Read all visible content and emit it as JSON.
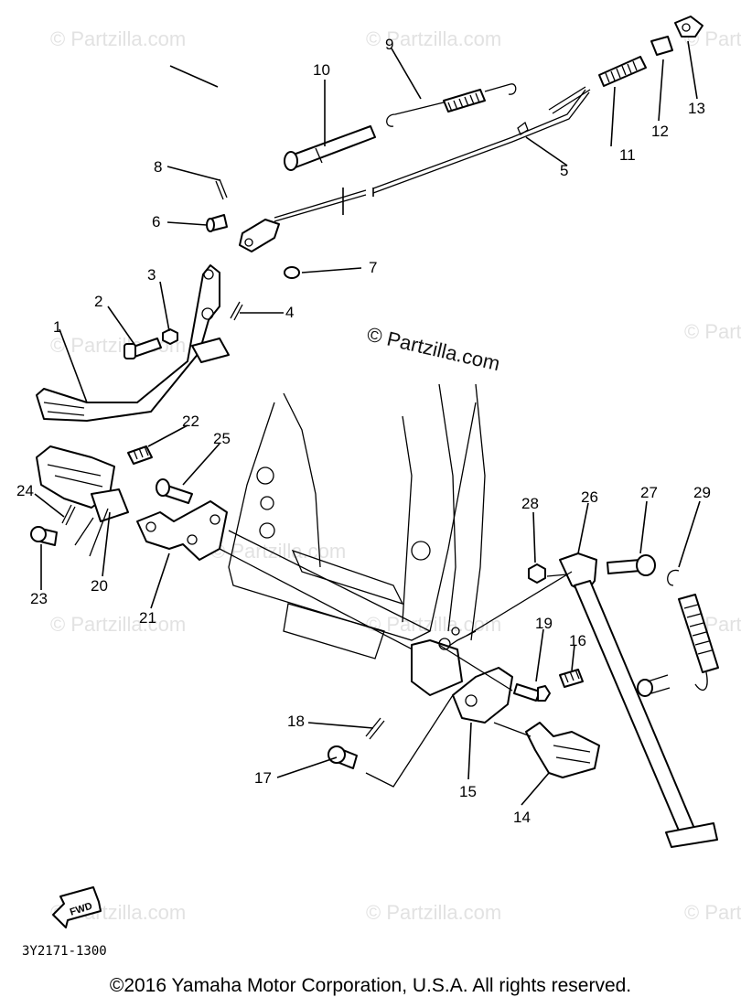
{
  "watermarks": [
    {
      "text": "© Partzilla.com"
    },
    {
      "text": "© Partzilla.com"
    },
    {
      "text": "© Partzilla.com"
    },
    {
      "text": "© Partzilla.com"
    },
    {
      "text": "© Partzilla.com"
    },
    {
      "text": "© Partzilla.com"
    },
    {
      "text": "© Partzilla.com"
    },
    {
      "text": "© Partzilla.com"
    },
    {
      "text": "© Partzilla.com"
    },
    {
      "text": "© Partzilla.com"
    },
    {
      "text": "© Partzilla.com"
    },
    {
      "text": "© Partzilla.com"
    }
  ],
  "center_watermark": "© Partzilla.com",
  "callouts": [
    "1",
    "2",
    "3",
    "4",
    "5",
    "6",
    "7",
    "8",
    "9",
    "10",
    "11",
    "12",
    "13",
    "14",
    "15",
    "16",
    "17",
    "18",
    "19",
    "20",
    "21",
    "22",
    "23",
    "24",
    "25",
    "26",
    "27",
    "28",
    "29"
  ],
  "fwd_label": "FWD",
  "diagram_code": "3Y2171-1300",
  "copyright": "©2016 Yamaha Motor Corporation, U.S.A. All rights reserved."
}
